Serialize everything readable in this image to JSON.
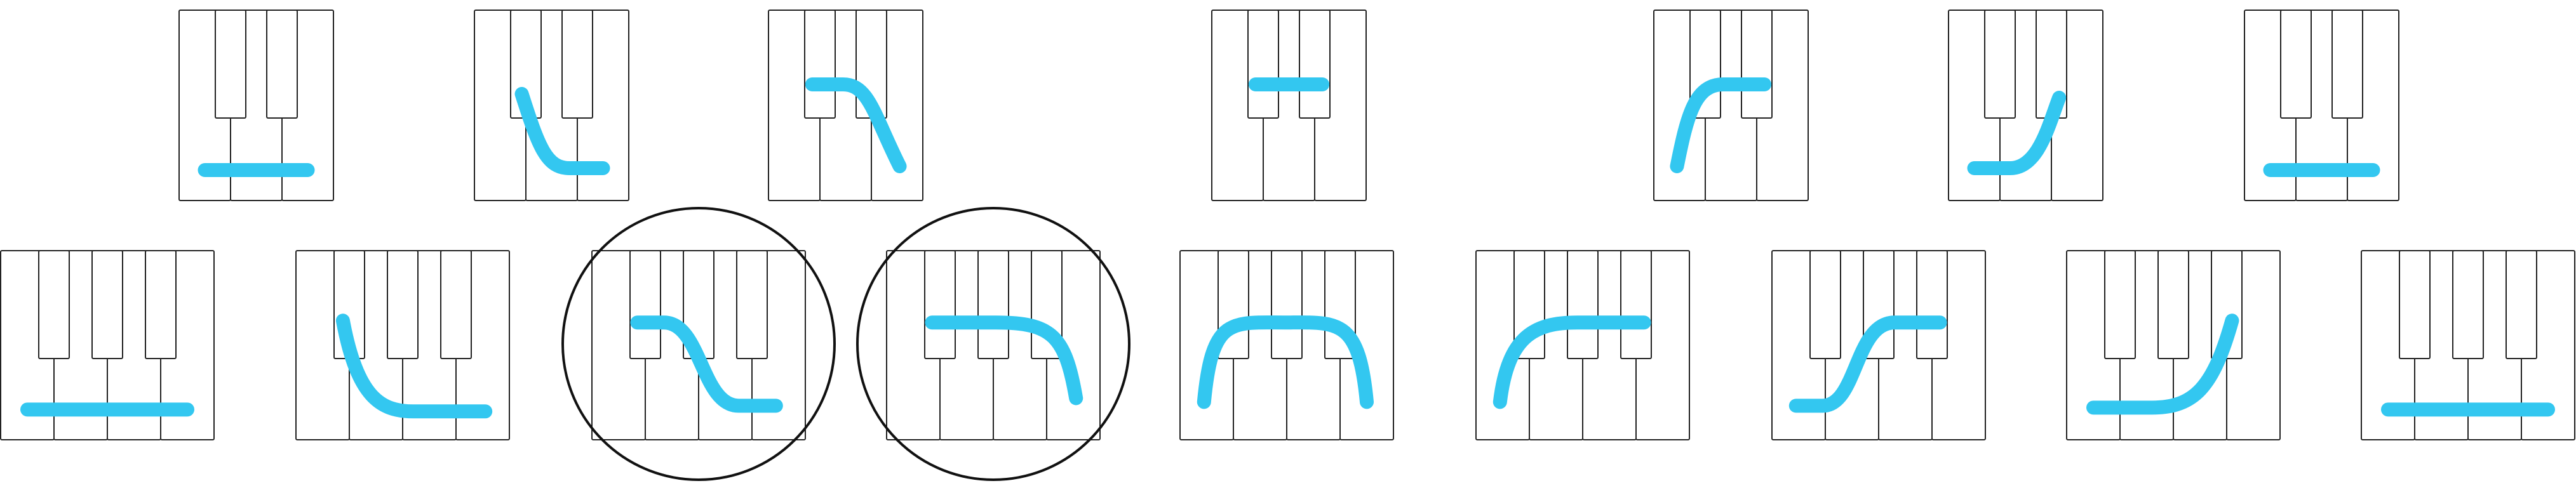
{
  "colors": {
    "stroke": "#33c7f0",
    "key_outline": "#222222",
    "white_key": "#ffffff",
    "circle": "#111111"
  },
  "rows": [
    {
      "name": "top-row",
      "diagrams": [
        {
          "id": "t1",
          "white_keys": 3,
          "black_keys": [
            0,
            1
          ],
          "stroke_shape": "flat-low",
          "highlighted": false
        },
        {
          "id": "t2",
          "white_keys": 3,
          "black_keys": [
            0,
            1
          ],
          "stroke_shape": "descend-then-flat",
          "highlighted": false
        },
        {
          "id": "t3",
          "white_keys": 3,
          "black_keys": [
            0,
            1
          ],
          "stroke_shape": "flat-then-descend",
          "highlighted": false
        },
        {
          "id": "t4",
          "white_keys": 3,
          "black_keys": [
            0,
            1
          ],
          "stroke_shape": "flat-high",
          "highlighted": false
        },
        {
          "id": "t5",
          "white_keys": 3,
          "black_keys": [
            0,
            1
          ],
          "stroke_shape": "ascend-then-flat",
          "highlighted": false
        },
        {
          "id": "t6",
          "white_keys": 3,
          "black_keys": [
            0,
            1
          ],
          "stroke_shape": "flat-then-ascend",
          "highlighted": false
        },
        {
          "id": "t7",
          "white_keys": 3,
          "black_keys": [
            0,
            1
          ],
          "stroke_shape": "flat-low",
          "highlighted": false
        }
      ]
    },
    {
      "name": "bottom-row",
      "diagrams": [
        {
          "id": "b1",
          "white_keys": 4,
          "black_keys": [
            0,
            1,
            2
          ],
          "stroke_shape": "flat-low",
          "highlighted": false
        },
        {
          "id": "b2",
          "white_keys": 4,
          "black_keys": [
            0,
            1,
            2
          ],
          "stroke_shape": "descend-then-flat",
          "highlighted": false
        },
        {
          "id": "b3",
          "white_keys": 4,
          "black_keys": [
            0,
            1,
            2
          ],
          "stroke_shape": "flat-descend-flat",
          "highlighted": true
        },
        {
          "id": "b4",
          "white_keys": 4,
          "black_keys": [
            0,
            1,
            2
          ],
          "stroke_shape": "flat-then-descend",
          "highlighted": true
        },
        {
          "id": "b5",
          "white_keys": 4,
          "black_keys": [
            0,
            1,
            2
          ],
          "stroke_shape": "arch",
          "highlighted": false
        },
        {
          "id": "b6",
          "white_keys": 4,
          "black_keys": [
            0,
            1,
            2
          ],
          "stroke_shape": "ascend-then-flat",
          "highlighted": false
        },
        {
          "id": "b7",
          "white_keys": 4,
          "black_keys": [
            0,
            1,
            2
          ],
          "stroke_shape": "flat-ascend-flat",
          "highlighted": false
        },
        {
          "id": "b8",
          "white_keys": 4,
          "black_keys": [
            0,
            1,
            2
          ],
          "stroke_shape": "flat-then-ascend",
          "highlighted": false
        },
        {
          "id": "b9",
          "white_keys": 4,
          "black_keys": [
            0,
            1,
            2
          ],
          "stroke_shape": "flat-low",
          "highlighted": false
        }
      ]
    }
  ]
}
